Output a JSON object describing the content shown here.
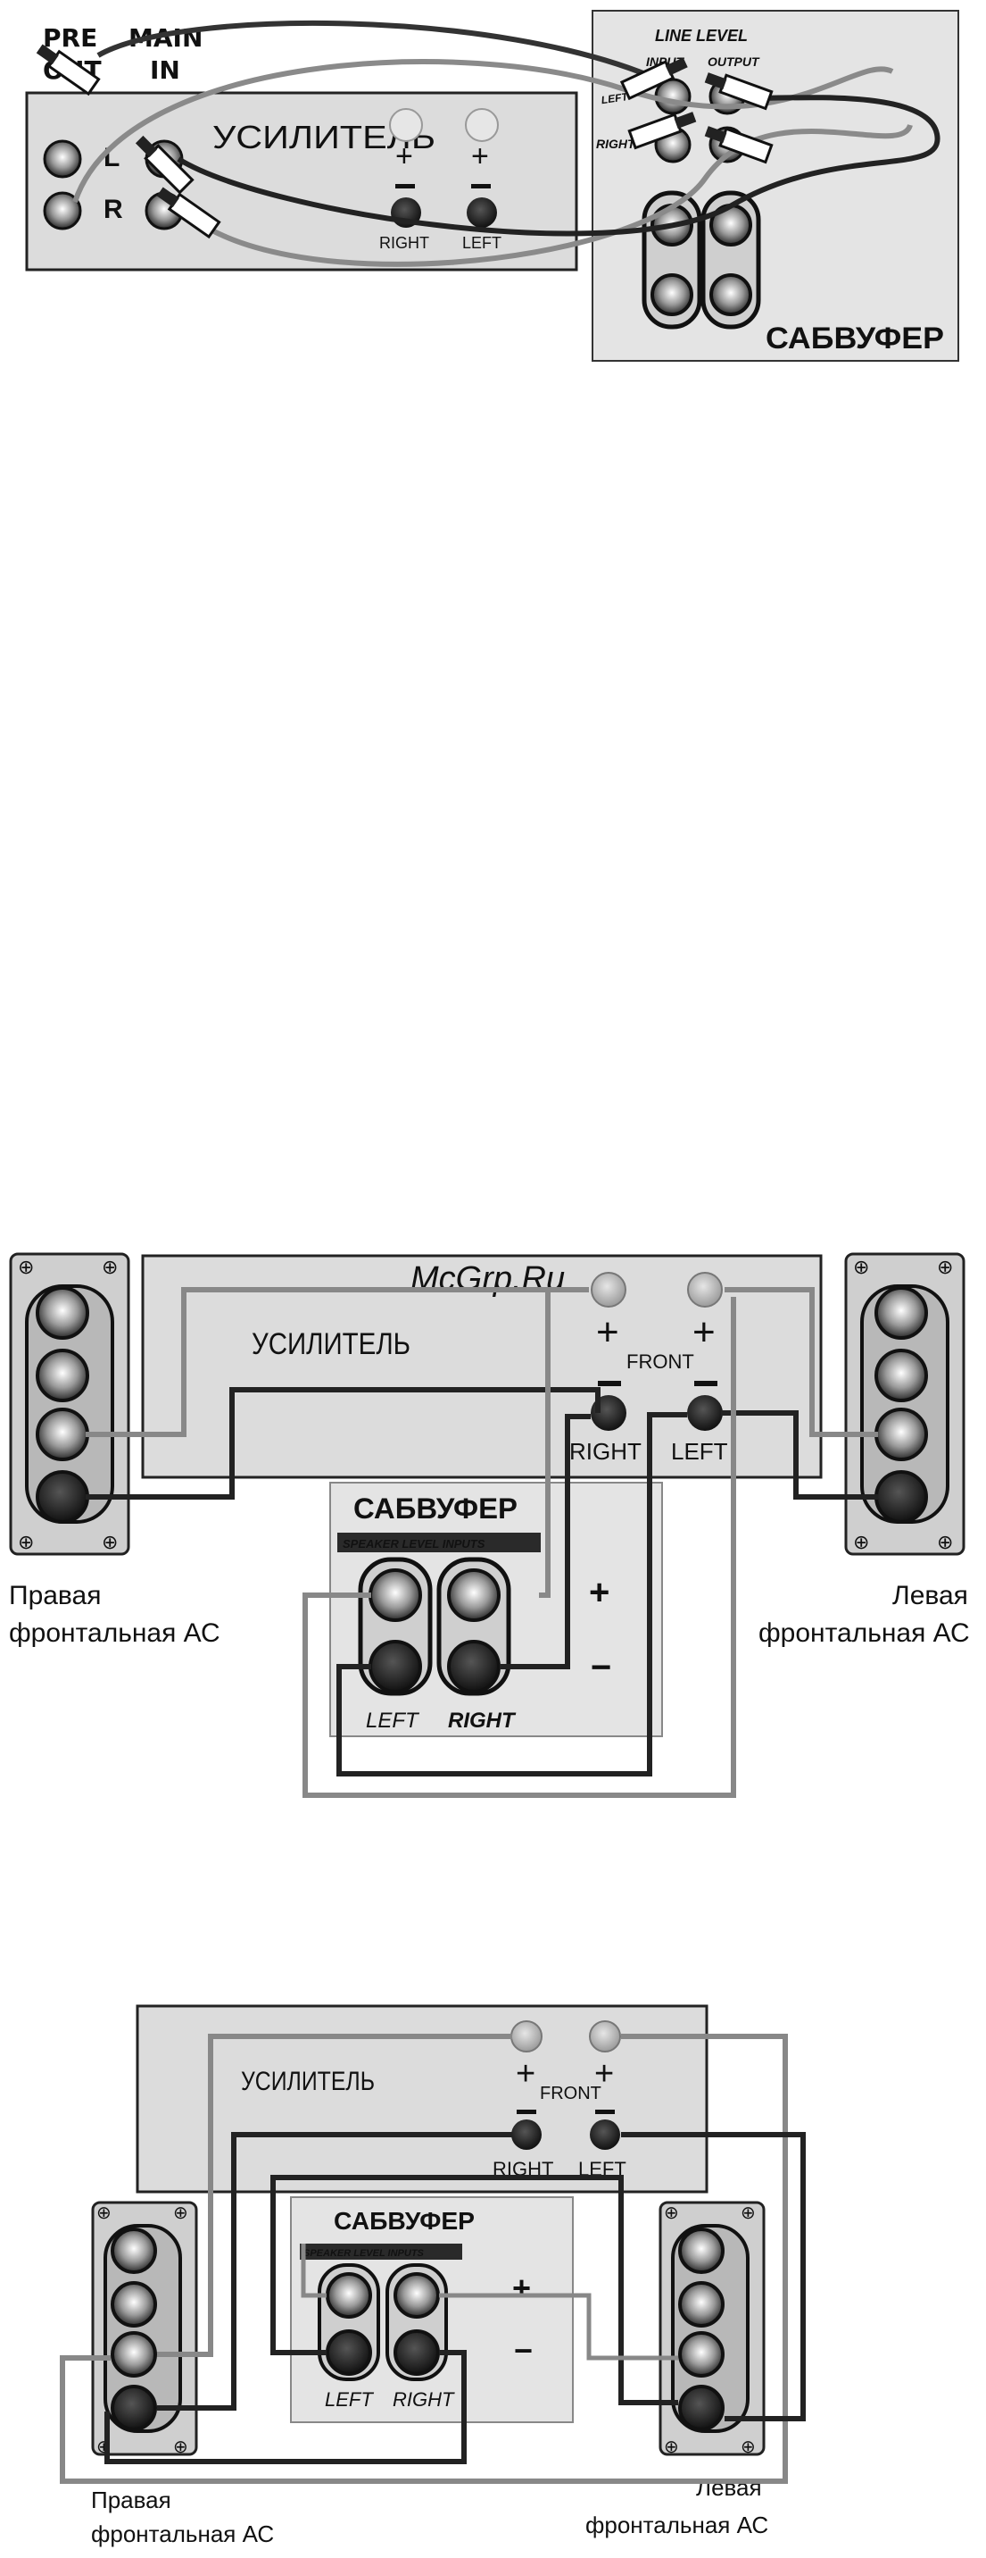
{
  "diagram1": {
    "pre_out_1": "PRE",
    "pre_out_2": "OUT",
    "main_in_1": "MAIN",
    "main_in_2": "IN",
    "amp_label": "УСИЛИТЕЛЬ",
    "l_label": "L",
    "r_label": "R",
    "right_label": "RIGHT",
    "left_label": "LEFT",
    "line_level": "LINE LEVEL",
    "input_label": "INPUT",
    "output_label": "OUTPUT",
    "sub_left": "LEFT",
    "sub_right": "RIGHT",
    "sub_label": "САБВУФЕР"
  },
  "diagram2": {
    "watermark": "McGrp.Ru",
    "amp_label": "УСИЛИТЕЛЬ",
    "front": "FRONT",
    "right": "RIGHT",
    "left": "LEFT",
    "sub_label": "САБВУФЕР",
    "speaker_inputs": "SPEAKER LEVEL INPUTS",
    "sub_left": "LEFT",
    "sub_right": "RIGHT",
    "plus": "+",
    "minus": "−",
    "right_speaker_1": "Правая",
    "right_speaker_2": "фронтальная АС",
    "left_speaker_1": "Левая",
    "left_speaker_2": "фронтальная АС"
  },
  "diagram3": {
    "amp_label": "УСИЛИТЕЛЬ",
    "front": "FRONT",
    "right": "RIGHT",
    "left": "LEFT",
    "sub_label": "САБВУФЕР",
    "speaker_inputs": "SPEAKER LEVEL INPUTS",
    "sub_left": "LEFT",
    "sub_right": "RIGHT",
    "plus": "+",
    "minus": "−",
    "right_speaker_1": "Правая",
    "right_speaker_2": "фронтальная АС",
    "left_speaker_1": "Левая",
    "left_speaker_2": "фронтальная АС"
  }
}
